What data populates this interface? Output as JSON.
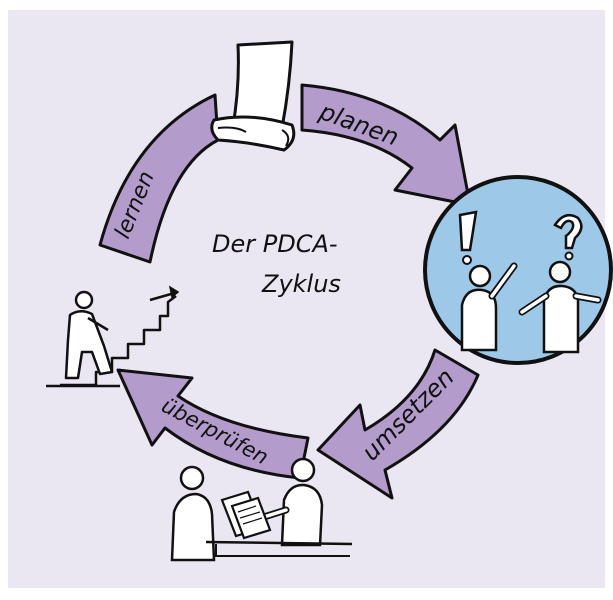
{
  "diagram": {
    "title_line1": "Der PDCA-",
    "title_line2": "Zyklus",
    "phases": {
      "plan": "planen",
      "do": "umsetzen",
      "check": "überprüfen",
      "act": "lernen"
    },
    "colors": {
      "background": "#eae7f2",
      "arrow_fill": "#b39ccb",
      "circle_fill": "#9dc8e8",
      "ink": "#111111"
    }
  }
}
